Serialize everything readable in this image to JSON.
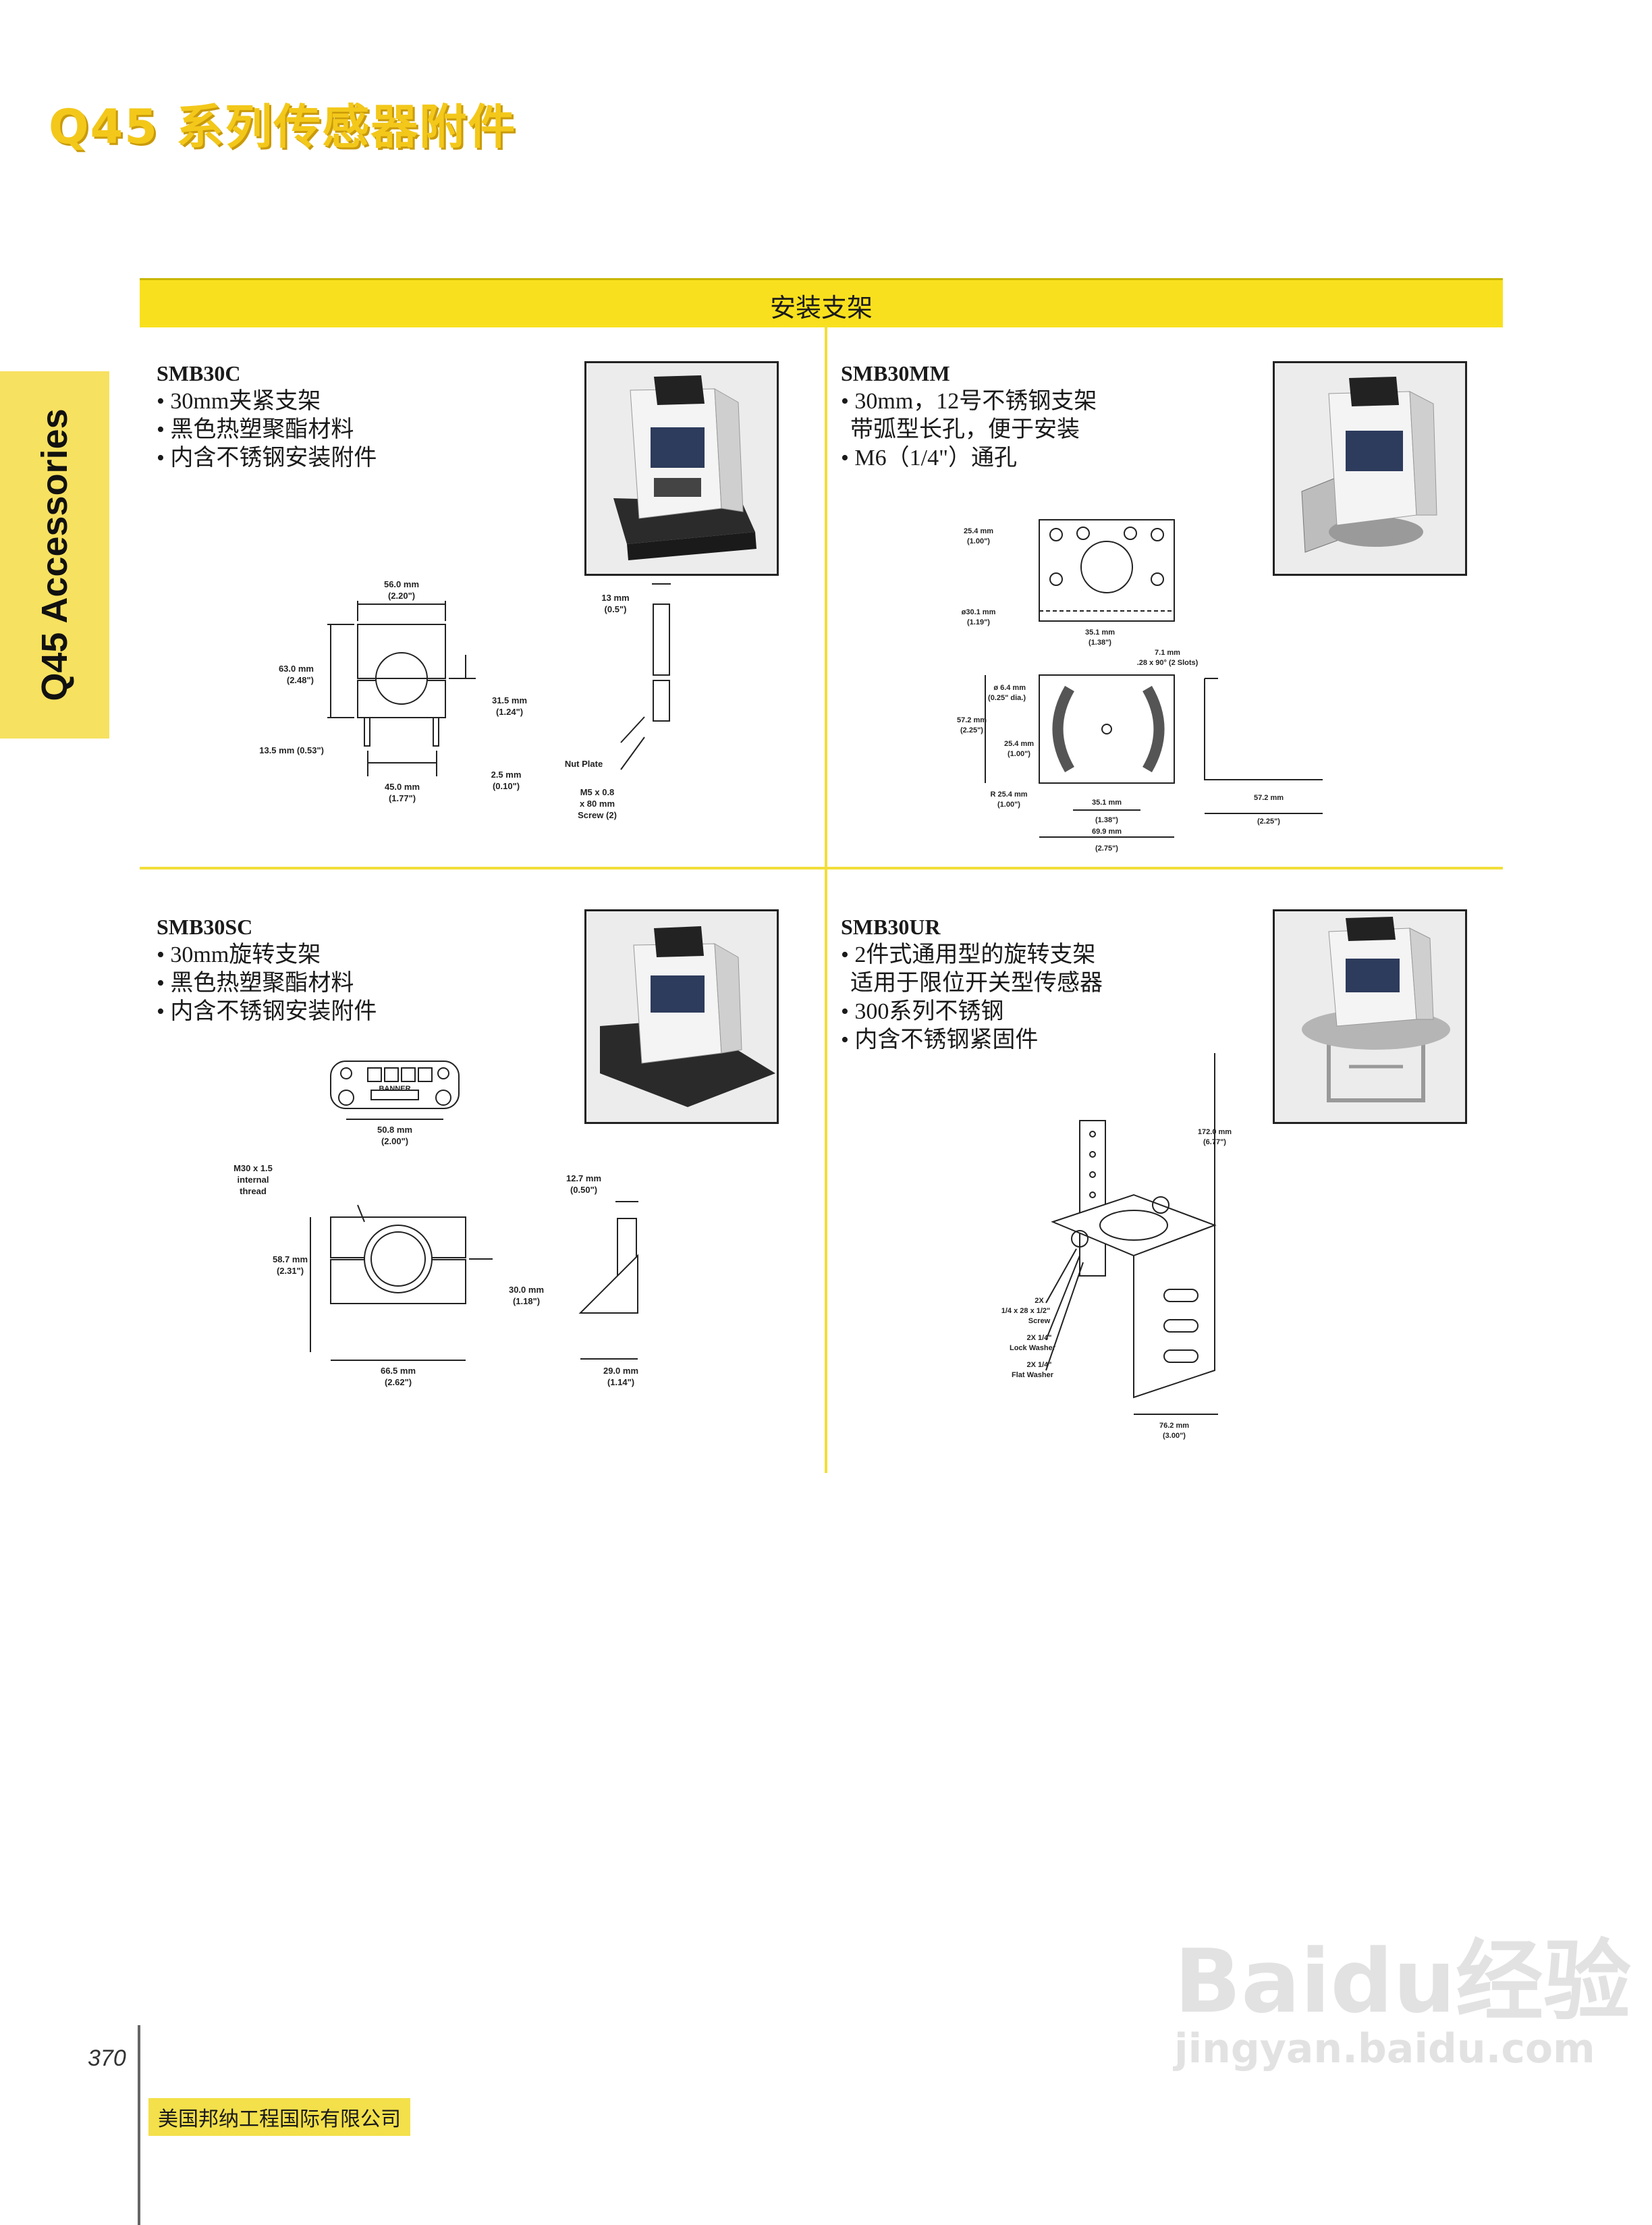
{
  "header": {
    "title": "Q45 系列传感器附件"
  },
  "side_tab": {
    "label": "Q45 Accessories"
  },
  "section": {
    "title": "安装支架"
  },
  "products": [
    {
      "code": "SMB30C",
      "features": [
        "• 30mm夹紧支架",
        "• 黑色热塑聚酯材料",
        "• 内含不锈钢安装附件"
      ],
      "dims": {
        "width_top": "56.0 mm",
        "width_top_in": "(2.20\")",
        "height": "63.0 mm",
        "height_in": "(2.48\")",
        "center": "31.5 mm",
        "center_in": "(1.24\")",
        "left_low": "13.5 mm (0.53\")",
        "base_gap": "2.5 mm",
        "base_gap_in": "(0.10\")",
        "hole_spacing": "45.0 mm",
        "hole_spacing_in": "(1.77\")",
        "side_width": "13 mm",
        "side_width_in": "(0.5\")",
        "nut_plate": "Nut Plate",
        "screw1": "M5 x 0.8",
        "screw2": "x 80 mm",
        "screw3": "Screw (2)"
      }
    },
    {
      "code": "SMB30MM",
      "features": [
        "• 30mm，12号不锈钢支架",
        "带弧型长孔，便于安装",
        "• M6（1/4\"）通孔"
      ],
      "dims": {
        "top_offset": "25.4 mm",
        "top_offset_in": "(1.00\")",
        "bore": "ø30.1 mm",
        "bore_in": "(1.19\")",
        "hole_spacing": "35.1 mm",
        "hole_spacing_in": "(1.38\")",
        "slot": "7.1 mm",
        "slot_in": ".28 x 90° (2 Slots)",
        "hole": "ø 6.4 mm",
        "hole_in": "(0.25\" dia.)",
        "height": "57.2 mm",
        "height_in": "(2.25\")",
        "offset2": "25.4 mm",
        "offset2_in": "(1.00\")",
        "radius": "R 25.4 mm",
        "radius_in": "(1.00\")",
        "spacing2": "35.1 mm",
        "spacing2_in": "(1.38\")",
        "width": "69.9 mm",
        "width_in": "(2.75\")",
        "side": "57.2 mm",
        "side_in": "(2.25\")"
      }
    },
    {
      "code": "SMB30SC",
      "features": [
        "• 30mm旋转支架",
        "• 黑色热塑聚酯材料",
        "• 内含不锈钢安装附件"
      ],
      "dims": {
        "top_spacing": "50.8 mm",
        "top_spacing_in": "(2.00\")",
        "thread1": "M30 x 1.5",
        "thread2": "internal",
        "thread3": "thread",
        "height": "58.7 mm",
        "height_in": "(2.31\")",
        "center": "30.0 mm",
        "center_in": "(1.18\")",
        "width": "66.5 mm",
        "width_in": "(2.62\")",
        "side_top": "12.7 mm",
        "side_top_in": "(0.50\")",
        "side_base": "29.0 mm",
        "side_base_in": "(1.14\")",
        "brand": "BANNER"
      }
    },
    {
      "code": "SMB30UR",
      "features": [
        "• 2件式通用型的旋转支架",
        "适用于限位开关型传感器",
        "• 300系列不锈钢",
        "• 内含不锈钢紧固件"
      ],
      "dims": {
        "height": "172.0 mm",
        "height_in": "(6.77\")",
        "screw1": "2X",
        "screw2": "1/4 x 28 x 1/2\"",
        "screw3": "Screw",
        "lock1": "2X 1/4\"",
        "lock2": "Lock Washer",
        "flat1": "2X 1/4\"",
        "flat2": "Flat Washer",
        "width": "76.2 mm",
        "width_in": "(3.00\")"
      }
    }
  ],
  "footer": {
    "page": "370",
    "company": "美国邦纳工程国际有限公司"
  },
  "watermark": {
    "brand": "Baidu经验",
    "url": "jingyan.baidu.com"
  }
}
